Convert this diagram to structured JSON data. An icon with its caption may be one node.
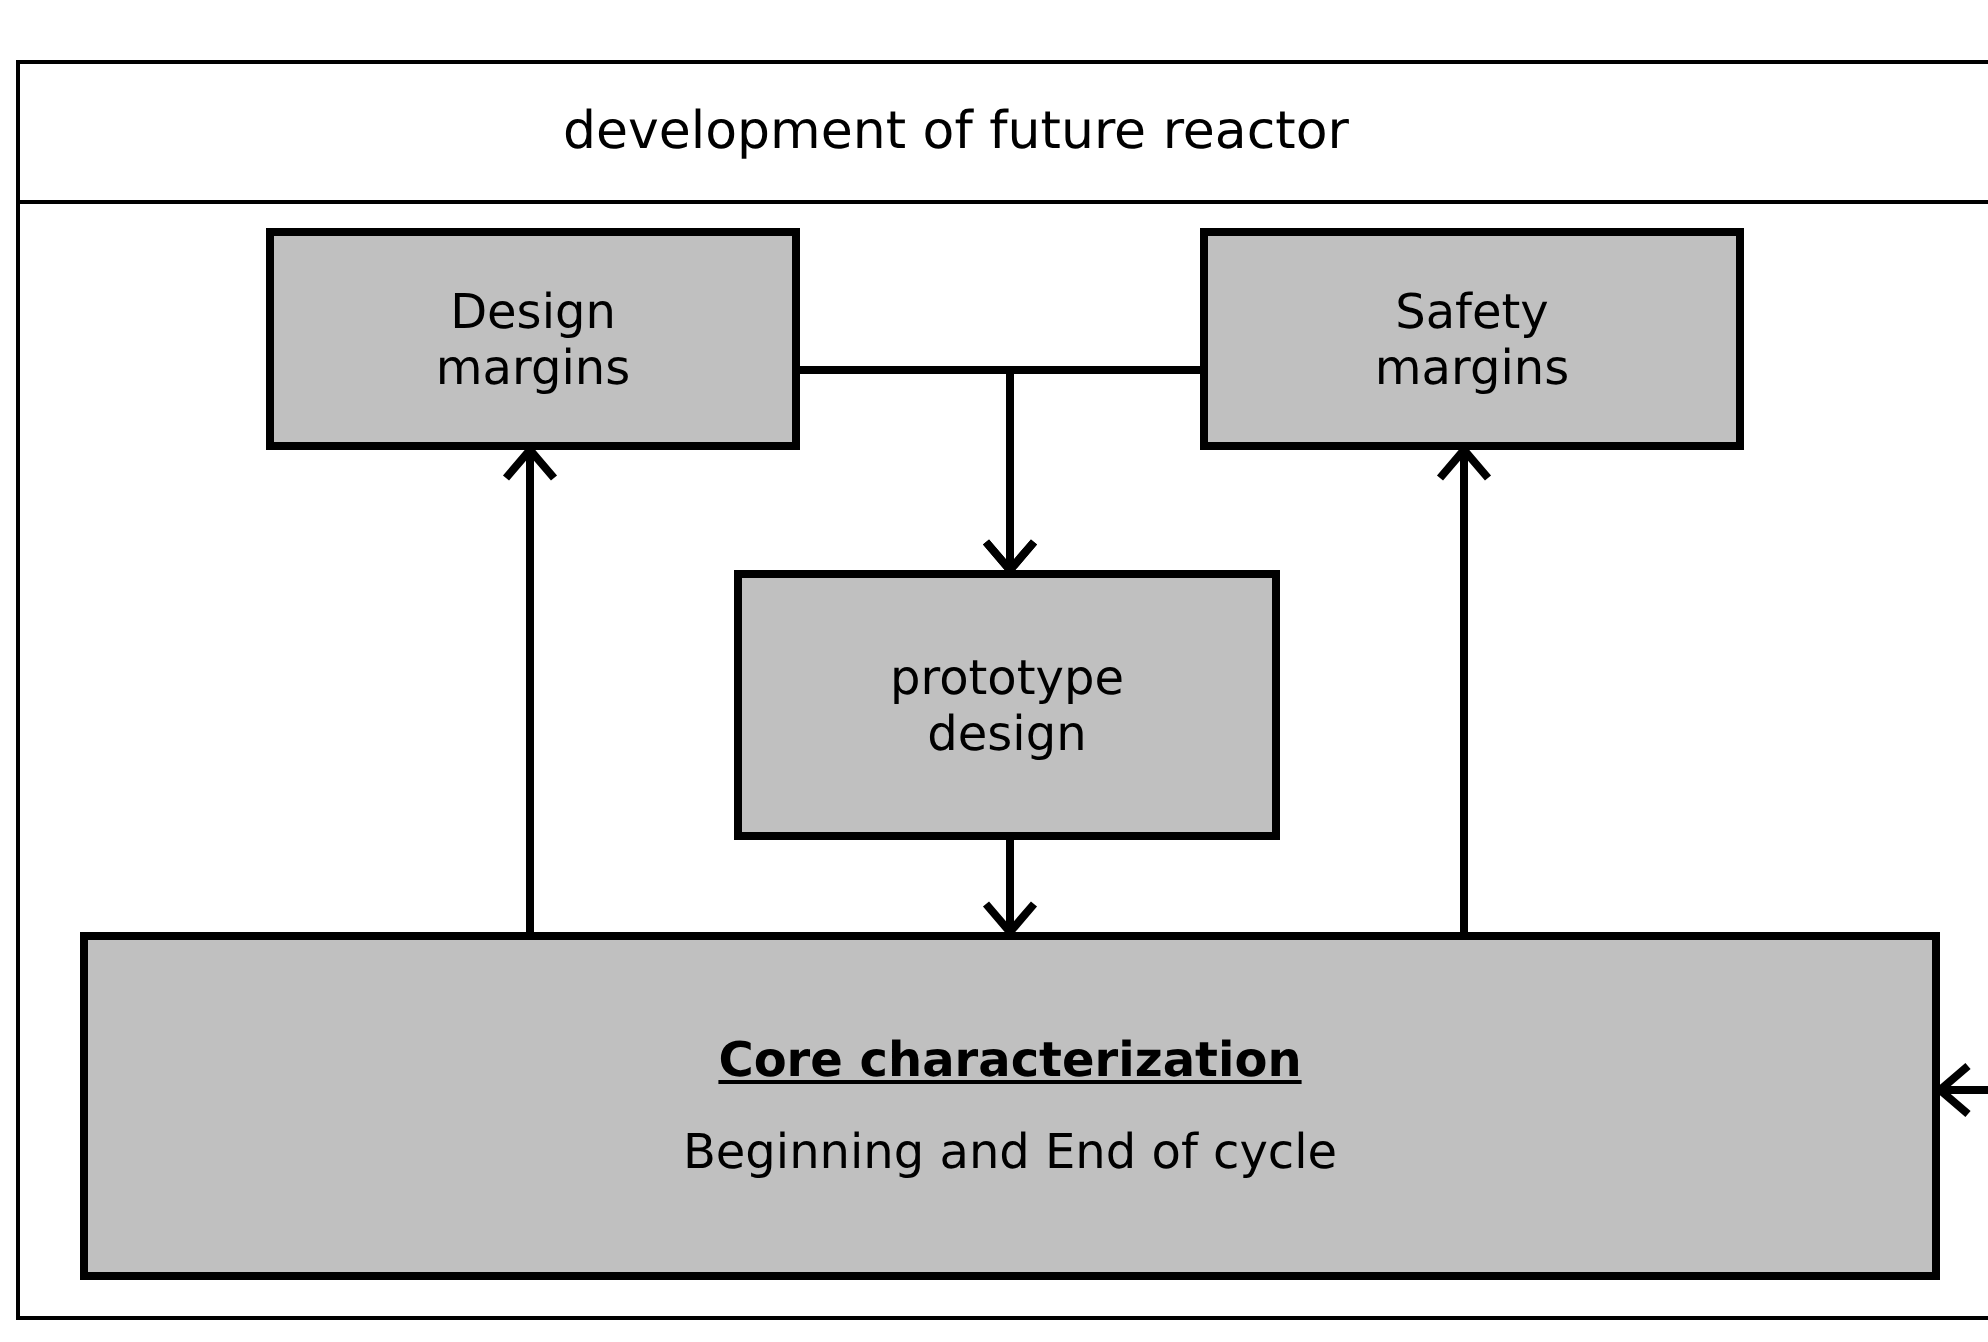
{
  "diagram": {
    "nodes": [
      {
        "text": [
          "development of future reactor"
        ]
      },
      {
        "text": [
          "Design margins"
        ],
        "in": 0
      },
      {
        "text": [
          "Safety margins"
        ],
        "in": 0
      },
      {
        "text": [
          "prototype design"
        ],
        "in": 0
      },
      {
        "text": [
          "Core characterization",
          "Beginning and End of cycle"
        ],
        "in": 0
      }
    ],
    "edges": [
      {
        "from": 1,
        "to": 3,
        "arrow": "to"
      },
      {
        "from": 2,
        "to": 3,
        "arrow": "to"
      },
      {
        "from": 3,
        "to": 4,
        "arrow": "to"
      },
      {
        "from": 4,
        "to": 1,
        "arrow": "to"
      },
      {
        "from": 4,
        "to": 2,
        "arrow": "to"
      },
      {
        "from": null,
        "to": 4,
        "arrow": "to"
      }
    ]
  }
}
